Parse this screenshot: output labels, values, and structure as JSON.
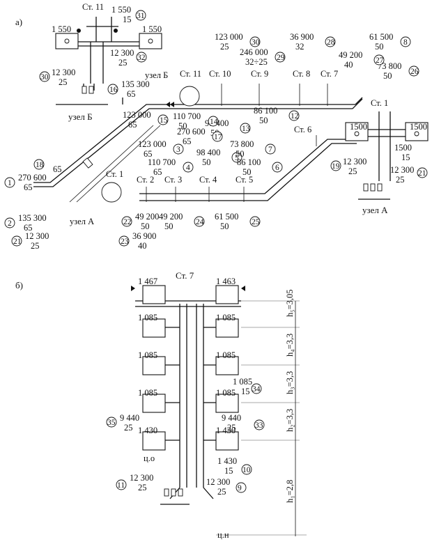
{
  "panel_a": {
    "label": "а)",
    "node_b_label": "узел Б",
    "node_a_label": "узел А",
    "node_b_main": "узел Б",
    "node_a_main": "узел А",
    "risers_main": {
      "st1": "Ст. 1",
      "st2": "Ст. 2",
      "st3": "Ст. 3",
      "st4": "Ст. 4",
      "st5": "Ст. 5",
      "st6": "Ст. 6",
      "st7": "Ст. 7",
      "st8": "Ст. 8",
      "st9": "Ст. 9",
      "st10": "Ст. 10",
      "st11": "Ст. 11"
    },
    "node_b": {
      "riser": "Ст. 11",
      "rad_left": "1 550",
      "rad_right": "1 550",
      "top_load": "1 550",
      "top_diam": "15",
      "top_num": "31",
      "right_load": "12 300",
      "right_diam": "25",
      "right_num": "32",
      "left_load": "12 300",
      "left_diam": "25",
      "left_num": "30"
    },
    "node_a": {
      "riser": "Ст. 1",
      "rad_left": "1500",
      "rad_right": "1500",
      "right_load": "1500",
      "right_diam": "15",
      "left_load": "12 300",
      "left_diam": "25",
      "left_num": "19",
      "mid_load": "12 300",
      "mid_diam": "25",
      "mid_num": "21"
    },
    "sections": [
      {
        "num": "1",
        "load": "270 600",
        "diam": "65"
      },
      {
        "num": "2",
        "load": "135 300",
        "diam": "65"
      },
      {
        "num": "3",
        "load": "123 000",
        "diam": "65"
      },
      {
        "num": "4",
        "load": "110 700",
        "diam": "65"
      },
      {
        "num": "5",
        "load": "98 400",
        "diam": "50"
      },
      {
        "num": "6",
        "load": "86 100",
        "diam": "50"
      },
      {
        "num": "7",
        "load": "73 800",
        "diam": "50"
      },
      {
        "num": "8",
        "load": "61 500",
        "diam": "50"
      },
      {
        "num": "12",
        "load": "86 100",
        "diam": "50"
      },
      {
        "num": "13",
        "load": "98 400",
        "diam": "50"
      },
      {
        "num": "14",
        "load": "110 700",
        "diam": "50"
      },
      {
        "num": "15",
        "load": "123 000",
        "diam": "65"
      },
      {
        "num": "16",
        "load": "135 300",
        "diam": "65"
      },
      {
        "num": "17",
        "load": "270 600",
        "diam": "65"
      },
      {
        "num": "18",
        "load": "",
        "diam": "65"
      },
      {
        "num": "22",
        "load": "49 200",
        "diam": "50"
      },
      {
        "num": "23",
        "load": "36 900",
        "diam": "40"
      },
      {
        "num": "24",
        "load": "49 200",
        "diam": "50"
      },
      {
        "num": "25",
        "load": "61 500",
        "diam": "50"
      },
      {
        "num": "26",
        "load": "73 800",
        "diam": "50"
      },
      {
        "num": "27",
        "load": "49 200",
        "diam": "40"
      },
      {
        "num": "28",
        "load": "36 900",
        "diam": "32"
      },
      {
        "num": "29",
        "load": "246 000",
        "diam": "32÷25"
      },
      {
        "num": "30",
        "load": "123 000",
        "diam": "25"
      },
      {
        "num": "21b",
        "load": "12 300",
        "diam": "25"
      }
    ]
  },
  "panel_b": {
    "label": "б)",
    "riser": "Ст. 7",
    "rad_top_left": "1 467",
    "rad_top_right": "1 463",
    "rad_floor4_left": "1 085",
    "rad_floor4_right": "1 085",
    "rad_floor3_left": "1 085",
    "rad_floor3_right": "1 085",
    "rad_floor2_left": "1 085",
    "rad_floor2_right": "1 085",
    "rad_floor1_left": "1 430",
    "rad_floor1_right": "1 430",
    "s34_load": "1 085",
    "s34_diam": "15",
    "s34_num": "34",
    "s35_load": "9 440",
    "s35_diam": "25",
    "s35_num": "35",
    "s33_load": "9 440",
    "s33_diam": "25",
    "s33_num": "33",
    "s10_load": "1 430",
    "s10_diam": "15",
    "s10_num": "10",
    "s11_load": "12 300",
    "s11_diam": "25",
    "s11_num": "11",
    "s9_load": "12 300",
    "s9_diam": "25",
    "s9_num": "9",
    "co": "ц.о",
    "cn": "ц.н",
    "h5": "h₅=3,05",
    "h4": "h₄=3,3",
    "h3": "h₃=3,3",
    "h2": "h₂=3,3",
    "h1": "h₁=2,8"
  }
}
